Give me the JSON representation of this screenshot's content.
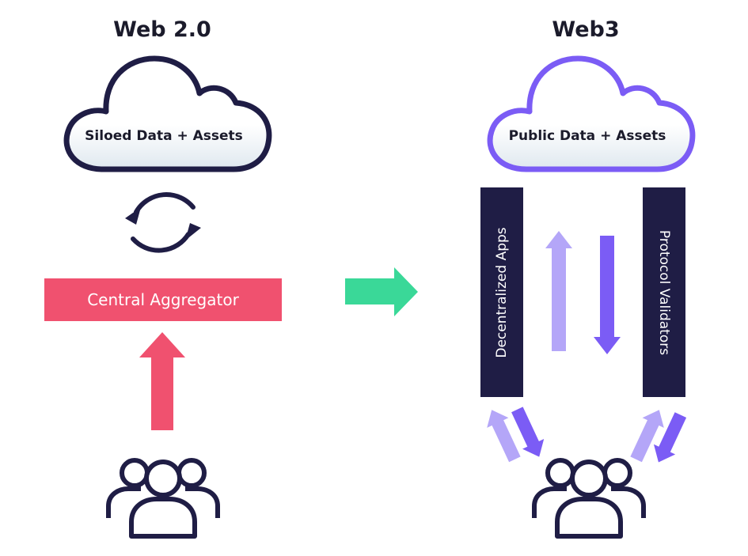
{
  "left_panel": {
    "title": "Web 2.0",
    "cloud_label": "Siloed Data + Assets",
    "aggregator_label": "Central Aggregator"
  },
  "right_panel": {
    "title": "Web3",
    "cloud_label": "Public Data + Assets",
    "left_bar_label": "Decentralized Apps",
    "right_bar_label": "Protocol Validators"
  },
  "colors": {
    "dark_navy": "#1f1d45",
    "pink": "#f0516f",
    "green": "#3ad898",
    "purple": "#7b5cf5",
    "light_purple": "#b4a6f8",
    "cloud_fill": "#eef3f7"
  },
  "icons": [
    "cloud-icon",
    "sync-arrows-icon",
    "users-group-icon",
    "arrow-right-icon",
    "arrow-up-icon",
    "arrow-down-icon"
  ]
}
